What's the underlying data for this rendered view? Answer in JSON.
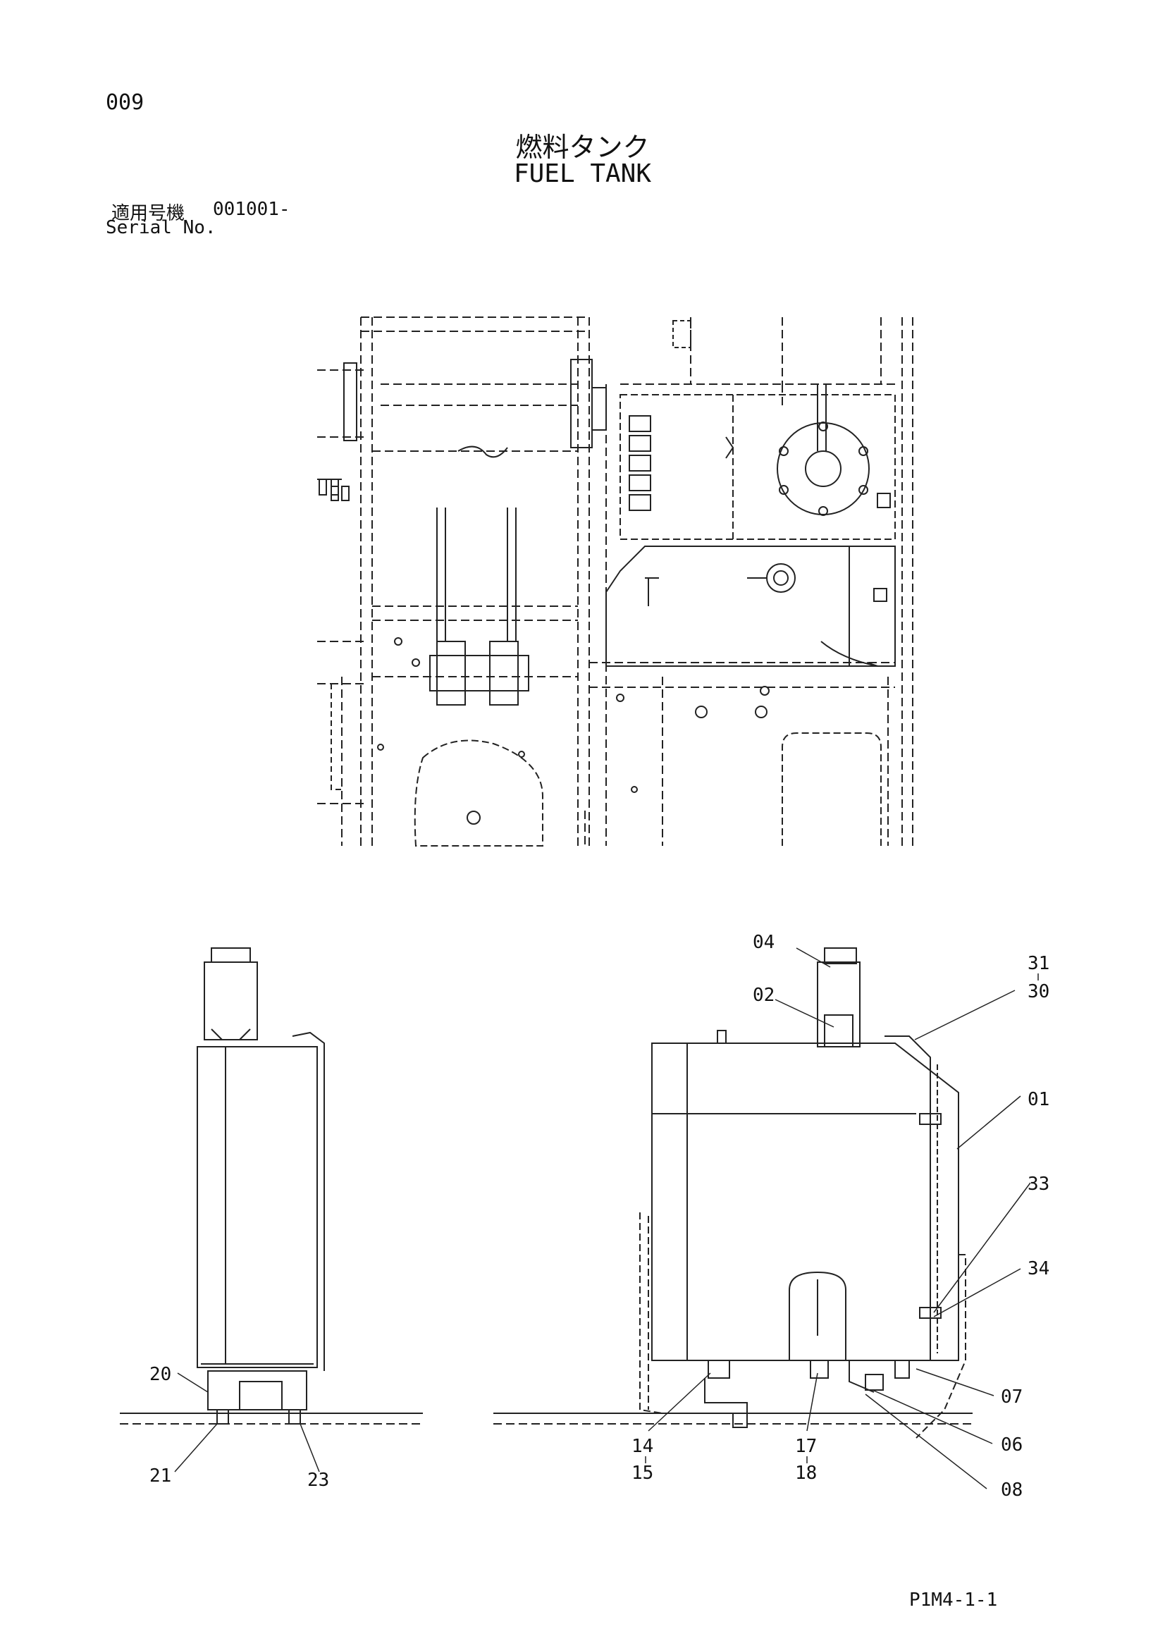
{
  "header": {
    "page_number": "009",
    "title_jp": "燃料タンク",
    "title_en": "FUEL TANK",
    "serial_label_jp": "適用号機",
    "serial_value": "001001-",
    "serial_label_en": "Serial No."
  },
  "callouts": [
    {
      "id": "04",
      "text": "04"
    },
    {
      "id": "02",
      "text": "02"
    },
    {
      "id": "31",
      "text": "31"
    },
    {
      "id": "30",
      "text": "30"
    },
    {
      "id": "01",
      "text": "01"
    },
    {
      "id": "33",
      "text": "33"
    },
    {
      "id": "34",
      "text": "34"
    },
    {
      "id": "07",
      "text": "07"
    },
    {
      "id": "06",
      "text": "06"
    },
    {
      "id": "08",
      "text": "08"
    },
    {
      "id": "14",
      "text": "14"
    },
    {
      "id": "15",
      "text": "15"
    },
    {
      "id": "17",
      "text": "17"
    },
    {
      "id": "18",
      "text": "18"
    },
    {
      "id": "20",
      "text": "20"
    },
    {
      "id": "21",
      "text": "21"
    },
    {
      "id": "23",
      "text": "23"
    }
  ],
  "footer": {
    "page_code": "P1M4-1-1"
  }
}
